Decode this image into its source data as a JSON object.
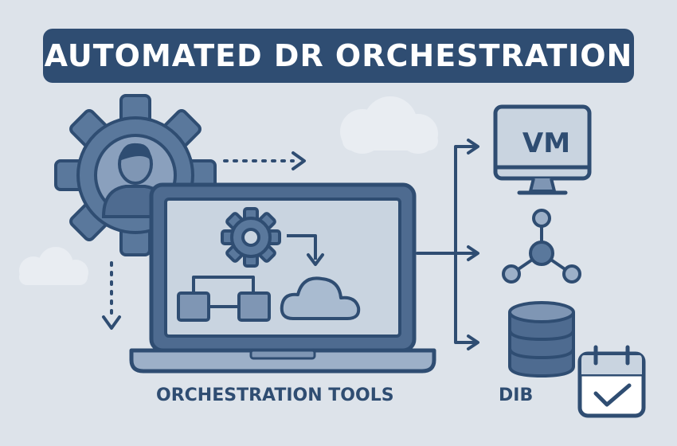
{
  "title": "AUTOMATED DR ORCHESTRATION",
  "captions": {
    "tools": "ORCHESTRATION TOOLS",
    "db": "DIB"
  },
  "vm": {
    "label": "VM"
  },
  "icons": {
    "left": [
      "gear-icon",
      "user-icon"
    ],
    "laptop": [
      "laptop-icon",
      "small-gear-icon",
      "flowchart-icon",
      "cloud-icon"
    ],
    "right": [
      "monitor-icon",
      "network-icon",
      "database-icon",
      "calendar-check-icon"
    ]
  },
  "colors": {
    "background": "#dde3ea",
    "navy": "#2f4d72",
    "blue": "#5a789c",
    "light_blue": "#9db0c8",
    "screen": "#c9d4e0",
    "cloud": "#e9edf2"
  }
}
